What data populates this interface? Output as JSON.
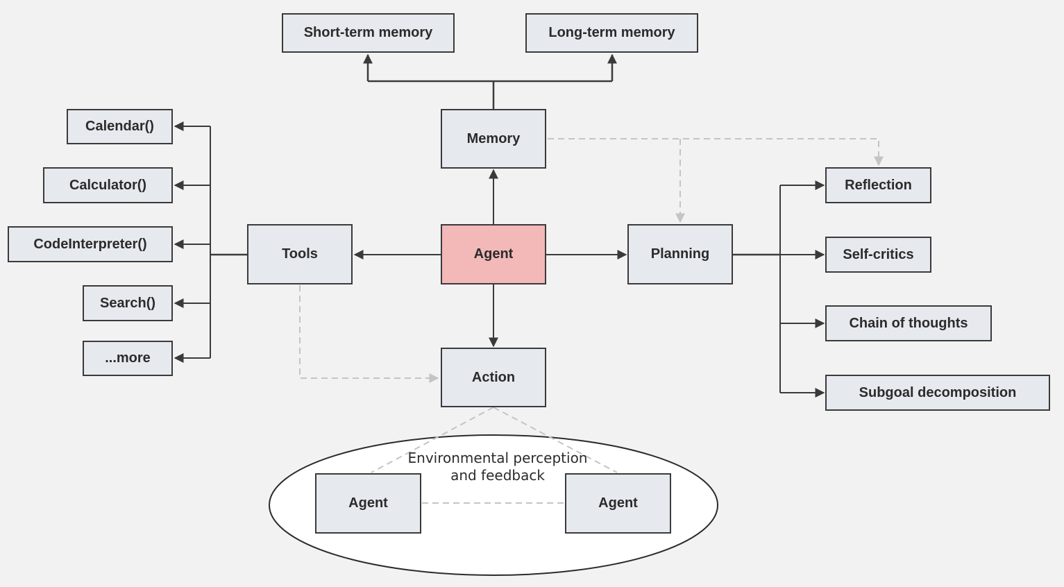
{
  "nodes": {
    "short_term_memory": "Short-term memory",
    "long_term_memory": "Long-term memory",
    "memory": "Memory",
    "agent": "Agent",
    "tools": "Tools",
    "planning": "Planning",
    "action": "Action",
    "calendar": "Calendar()",
    "calculator": "Calculator()",
    "code_interpreter": "CodeInterpreter()",
    "search": "Search()",
    "more": "...more",
    "reflection": "Reflection",
    "self_critics": "Self-critics",
    "chain_of_thoughts": "Chain of thoughts",
    "subgoal_decomposition": "Subgoal decomposition",
    "env_agent_left": "Agent",
    "env_agent_right": "Agent"
  },
  "environment": {
    "line1": "Environmental perception",
    "line2": "and feedback"
  },
  "colors": {
    "background": "#f2f2f2",
    "box_fill": "#e6e9ee",
    "agent_fill": "#f3b8b8",
    "line": "#3a3a3a",
    "dashed_line": "#c4c4c4"
  }
}
